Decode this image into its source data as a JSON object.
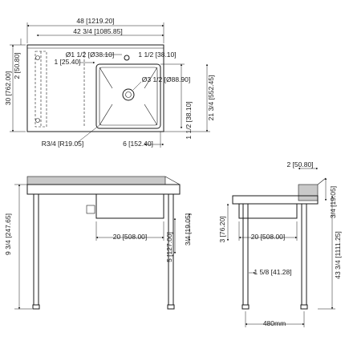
{
  "top_view": {
    "overall_width": "48 [1219.20]",
    "inner_width": "42 3/4 [1085.85]",
    "edge_offset": "2 [50.80]",
    "overall_depth": "30 [762.00]",
    "faucet_hole": "Ø1 1/2 [Ø38.10]",
    "faucet_offset_right": "1 1/2 [38.10]",
    "backsplash_offset": "1 [25.40]",
    "drain": "Ø3 1/2 [Ø88.90]",
    "front_offset": "1 1/2 [38.10]",
    "bowl_depth": "21 3/4 [552.45]",
    "corner_radius": "R3/4 [R19.05]",
    "right_offset": "6 [152.40]"
  },
  "front_view": {
    "bowl_width": "20 [508.00]",
    "leg_height": "9 3/4 [247.65]",
    "bowl_drop": "5 [127.00]",
    "drain_offset": "3/4 [19.05]"
  },
  "side_view": {
    "splash_height": "2 [50.80]",
    "top_gap": "3/4 [19.05]",
    "bowl_width": "20 [508.00]",
    "bowl_height": "3 [76.20]",
    "leg_tube": "1 5/8 [41.28]",
    "overall_height": "43 3/4 [1111.25]",
    "leg_spread": "480mm"
  }
}
